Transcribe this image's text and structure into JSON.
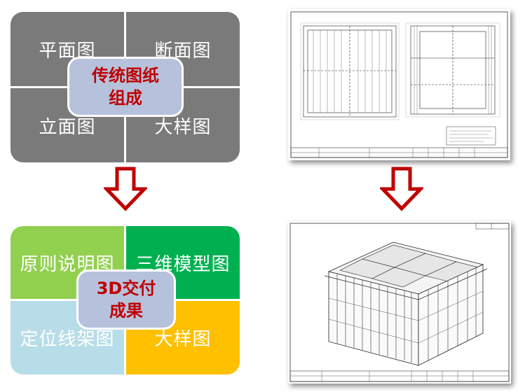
{
  "top_grid": {
    "cells": {
      "top_left": "平面图",
      "top_right": "断面图",
      "bottom_left": "立面图",
      "bottom_right": "大样图"
    },
    "center_lines": [
      "传统图纸",
      "组成"
    ],
    "colors": {
      "cell": "#7a7a7a",
      "center_bg": "#b6c2dc",
      "center_text": "#c00000"
    }
  },
  "bottom_grid": {
    "cells": {
      "top_left": "原则说明图",
      "top_right": "三维模型图",
      "bottom_left": "定位线架图",
      "bottom_right": "大样图"
    },
    "center_lines": [
      "3D交付",
      "成果"
    ],
    "colors": {
      "top_left": "#92d050",
      "top_right": "#00b050",
      "bottom_left": "#b7dde8",
      "bottom_right": "#ffc000",
      "center_bg": "#b6c2dc",
      "center_text": "#c00000"
    }
  },
  "arrow_color": "#c00000"
}
